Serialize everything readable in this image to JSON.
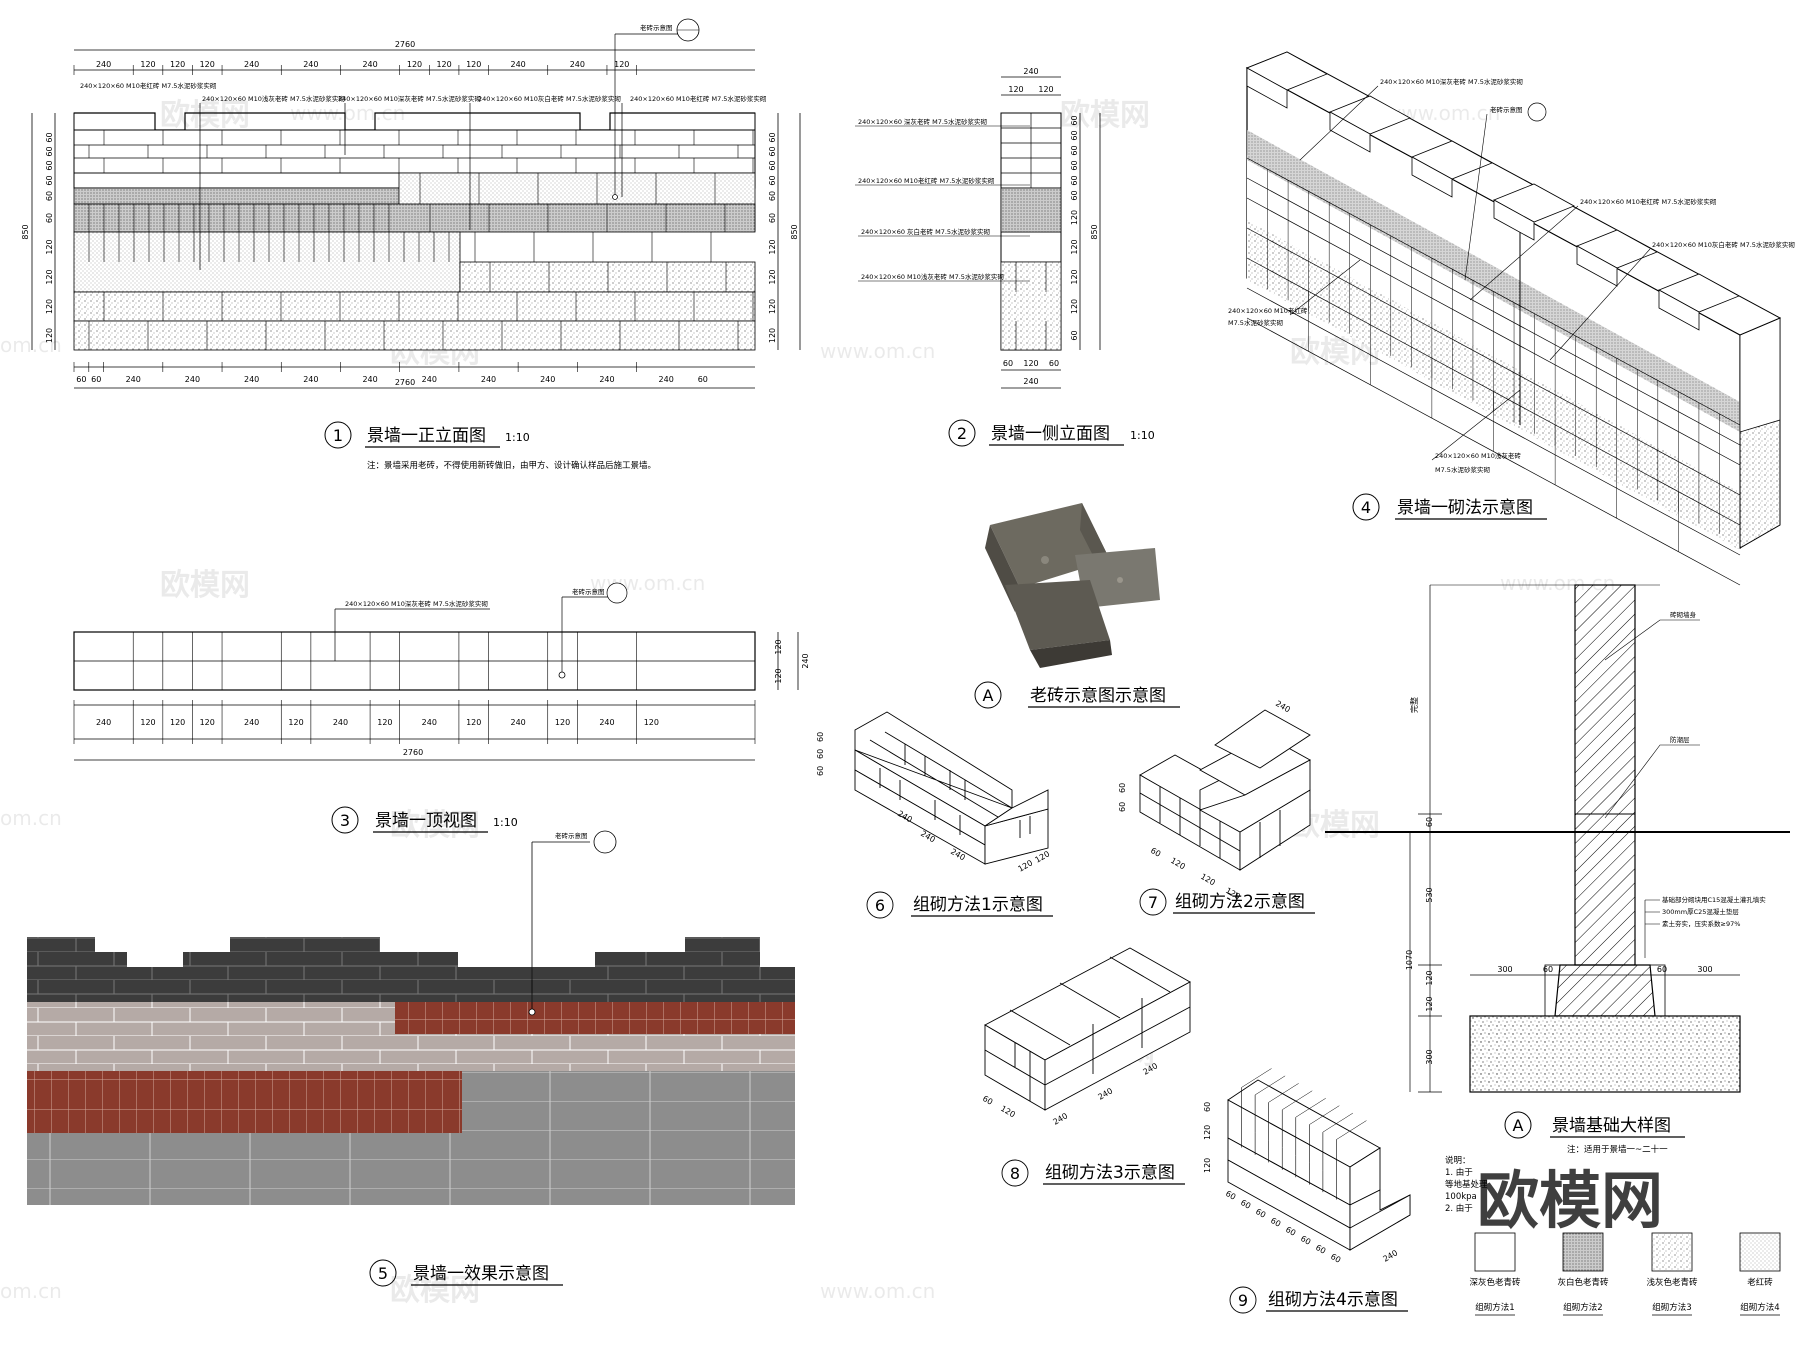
{
  "drawings": {
    "d1": {
      "num": "1",
      "title": "景墙一正立面图",
      "scale": "1:10",
      "note": "注：景墙采用老砖，不得使用新砖做旧，由甲方、设计确认样品后施工景墙。",
      "total_width": "2760",
      "height": "850",
      "top_dims": [
        "240",
        "120",
        "120",
        "120",
        "240",
        "240",
        "240",
        "120",
        "120",
        "120",
        "240",
        "240",
        "120"
      ],
      "bottom_dims": [
        "60",
        "60",
        "240",
        "240",
        "240",
        "240",
        "240",
        "240",
        "240",
        "240",
        "240",
        "240"
      ],
      "left_dims": [
        "60",
        "60",
        "60",
        "60",
        "60",
        "60",
        "120",
        "120",
        "120",
        "120"
      ],
      "labels": [
        "240×120×60 M10老红砖 M7.5水泥砂浆实砌",
        "240×120×60 M10浅灰老砖 M7.5水泥砂浆实砌",
        "240×120×60 M10深灰老砖 M7.5水泥砂浆实砌",
        "240×120×60 M10灰白老砖 M7.5水泥砂浆实砌",
        "240×120×60 M10老红砖 M7.5水泥砂浆实砌"
      ],
      "callout": "老砖示意图"
    },
    "d2": {
      "num": "2",
      "title": "景墙一侧立面图",
      "scale": "1:10",
      "width": "240",
      "top_dims": [
        "120",
        "120"
      ],
      "bottom_dims": [
        "60",
        "120",
        "60"
      ],
      "height": "850",
      "labels": [
        "240×120×60 深灰老砖 M7.5水泥砂浆实砌",
        "240×120×60 M10老红砖 M7.5水泥砂浆实砌",
        "240×120×60 灰白老砖 M7.5水泥砂浆实砌",
        "240×120×60 M10浅灰老砖 M7.5水泥砂浆实砌"
      ]
    },
    "d3": {
      "num": "3",
      "title": "景墙一顶视图",
      "scale": "1:10",
      "total": "2760",
      "label": "240×120×60 M10深灰老砖 M7.5水泥砂浆实砌",
      "callout": "老砖示意图",
      "dims": [
        "240",
        "120",
        "120",
        "120",
        "240",
        "120",
        "240",
        "120",
        "240",
        "120",
        "240",
        "120",
        "240",
        "120"
      ],
      "side_dims": [
        "120",
        "120"
      ],
      "side_total": "240"
    },
    "d4": {
      "num": "4",
      "title": "景墙一砌法示意图",
      "callout": "老砖示意图",
      "labels": [
        "240×120×60 M10深灰老砖 M7.5水泥砂浆实砌",
        "240×120×60 M10老红砖 M7.5水泥砂浆实砌",
        "240×120×60 M10灰白老砖 M7.5水泥砂浆实砌",
        "240×120×60 M10老红砖",
        "M7.5水泥砂浆实砌",
        "240×120×60 M10浅灰老砖",
        "M7.5水泥砂浆实砌"
      ]
    },
    "d5": {
      "num": "5",
      "title": "景墙一效果示意图",
      "callout": "老砖示意图"
    },
    "dA": {
      "num": "A",
      "title": "老砖示意图示意图"
    },
    "d6": {
      "num": "6",
      "title": "组砌方法1示意图",
      "dims": [
        "240",
        "240",
        "240",
        "120",
        "120"
      ],
      "side": [
        "60",
        "60",
        "60"
      ]
    },
    "d7": {
      "num": "7",
      "title": "组砌方法2示意图",
      "dims": [
        "60",
        "120",
        "120",
        "120"
      ],
      "top": "240",
      "side": [
        "60",
        "60"
      ]
    },
    "d8": {
      "num": "8",
      "title": "组砌方法3示意图",
      "dims": [
        "60",
        "120",
        "240",
        "240",
        "240"
      ]
    },
    "d9": {
      "num": "9",
      "title": "组砌方法4示意图",
      "dims": [
        "60",
        "60",
        "60",
        "60",
        "60",
        "60",
        "60",
        "60",
        "240"
      ],
      "side": [
        "60",
        "120",
        "120"
      ]
    },
    "dB": {
      "num": "A",
      "title": "景墙基础大样图",
      "sub": "注：适用于景墙一~二十一",
      "labels": [
        "砖砌墙身",
        "防潮层",
        "基础部分砌块用C15混凝土灌孔填实",
        "300mm厚C25混凝土垫层",
        "素土夯实，压实系数≥97%"
      ],
      "dims": [
        "300",
        "60",
        "60",
        "300"
      ],
      "vdims": [
        "60",
        "530",
        "1070",
        "120",
        "120",
        "300"
      ],
      "top_label": "完整",
      "notes_title": "说明：",
      "notes": [
        "1. 由于",
        "等地基处理",
        "100kpa",
        "2. 由于"
      ]
    }
  },
  "legend": [
    {
      "name": "深灰色老青砖",
      "method": "组砌方法1"
    },
    {
      "name": "灰白色老青砖",
      "method": "组砌方法2"
    },
    {
      "name": "浅灰色老青砖",
      "method": "组砌方法3"
    },
    {
      "name": "老红砖",
      "method": "组砌方法4"
    }
  ],
  "watermarks": {
    "logo": "欧模网",
    "url": "www.om.cn"
  },
  "colors": {
    "dark": "#3a3a3a",
    "red": "#8a3b2d",
    "light": "#b8aca8",
    "gray": "#8b8b8b"
  }
}
